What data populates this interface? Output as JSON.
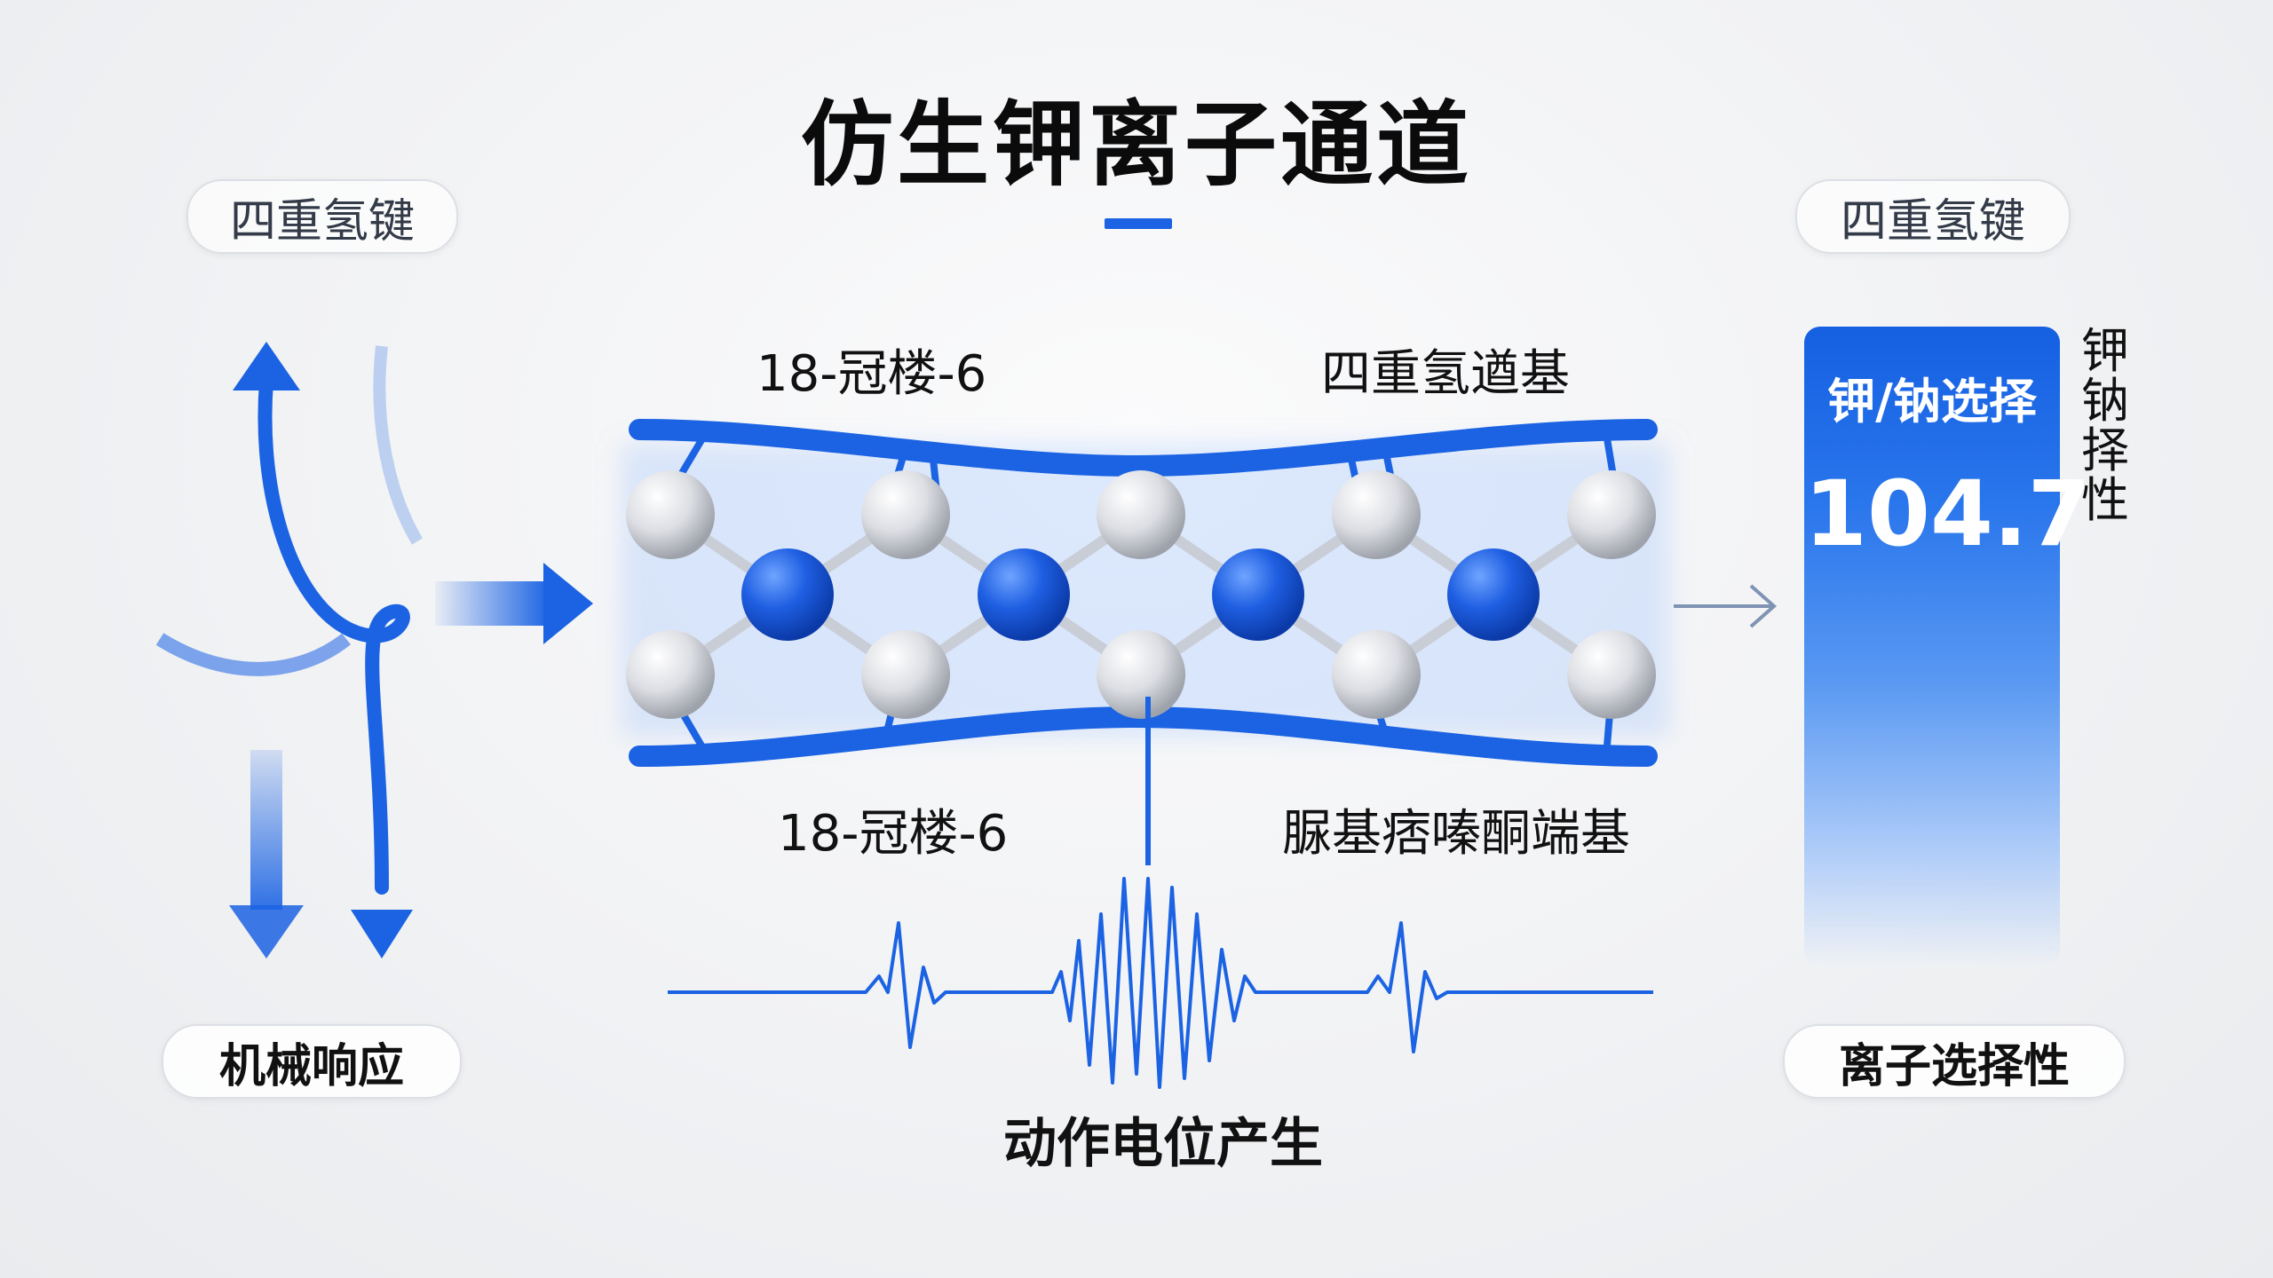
{
  "title": "仿生钾离子通道",
  "top_left_pill": "四重氢键",
  "top_right_pill": "四重氢键",
  "bottom_left_pill": "机械响应",
  "bottom_right_pill": "离子选择性",
  "channel": {
    "top_left_label": "18-冠楼-6",
    "top_right_label": "四重氢遒基",
    "bottom_left_label": "18-冠楼-6",
    "bottom_right_label": "脲基痞嗪酮端基"
  },
  "kpi": {
    "label": "钾/钠选择",
    "value": "104.7",
    "side_text": [
      "钾",
      "钠",
      "择",
      "性"
    ]
  },
  "waveform_label": "动作电位产生",
  "colors": {
    "accent": "#1b63e3",
    "node_blue": "#1d5fe0",
    "node_gray": "#d6d8dd"
  },
  "icons": [
    "mechanical-arrows-icon",
    "output-arrow-icon"
  ]
}
